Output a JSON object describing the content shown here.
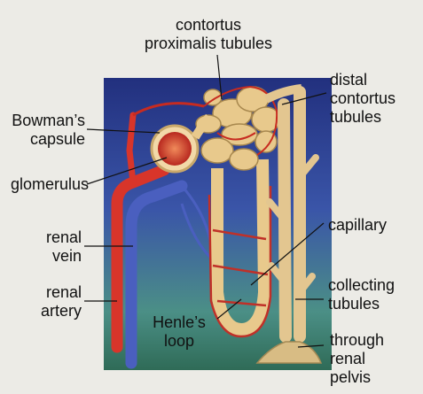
{
  "labels": {
    "contortus_proximalis": [
      "contortus",
      "proximalis tubules"
    ],
    "distal_contortus": [
      "distal",
      "contortus",
      "tubules"
    ],
    "bowmans_capsule": [
      "Bowman’s",
      "capsule"
    ],
    "glomerulus": [
      "glomerulus"
    ],
    "capillary": [
      "capillary"
    ],
    "renal_vein": [
      "renal",
      "vein"
    ],
    "renal_artery": [
      "renal",
      "artery"
    ],
    "collecting_tubules": [
      "collecting",
      "tubules"
    ],
    "henles_loop": [
      "Henle’s",
      "loop"
    ],
    "renal_pelvis": [
      "through",
      "renal",
      "pelvis"
    ]
  },
  "colors": {
    "artery": "#d8352a",
    "vein": "#4a5fbf",
    "tubule": "#e8c98c",
    "background_top": "#2b3a8c",
    "background_bottom": "#3e8a78"
  }
}
